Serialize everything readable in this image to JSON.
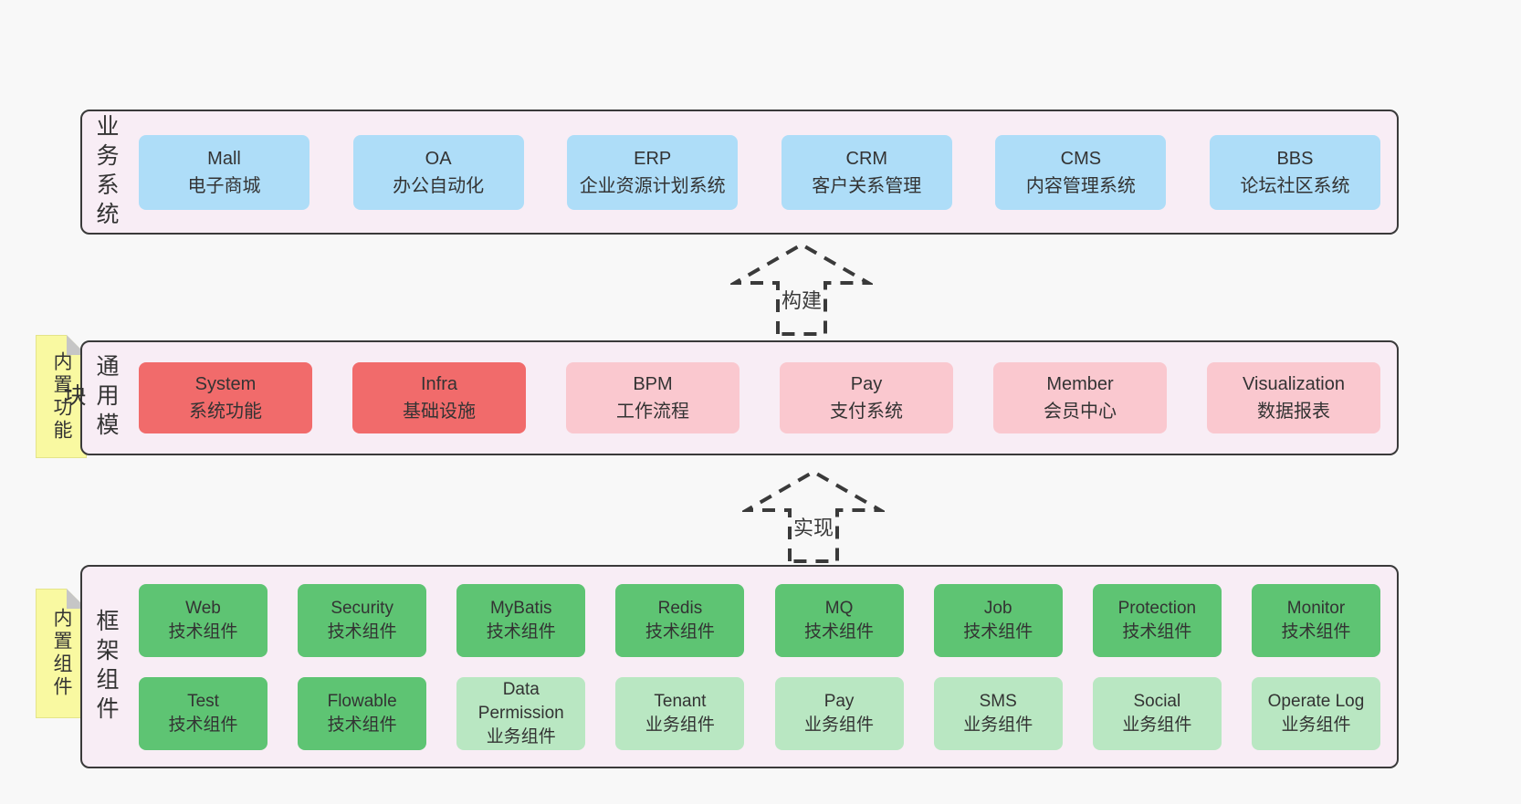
{
  "diagram": {
    "arrows": [
      {
        "label": "构建"
      },
      {
        "label": "实现"
      }
    ],
    "bands": [
      {
        "label": "业务系统",
        "boxes": [
          {
            "name": "Mall",
            "desc": "电子商城"
          },
          {
            "name": "OA",
            "desc": "办公自动化"
          },
          {
            "name": "ERP",
            "desc": "企业资源计划系统"
          },
          {
            "name": "CRM",
            "desc": "客户关系管理"
          },
          {
            "name": "CMS",
            "desc": "内容管理系统"
          },
          {
            "name": "BBS",
            "desc": "论坛社区系统"
          }
        ]
      },
      {
        "label": "通用模块",
        "sticky": "内置功能",
        "boxes": [
          {
            "name": "System",
            "desc": "系统功能"
          },
          {
            "name": "Infra",
            "desc": "基础设施"
          },
          {
            "name": "BPM",
            "desc": "工作流程"
          },
          {
            "name": "Pay",
            "desc": "支付系统"
          },
          {
            "name": "Member",
            "desc": "会员中心"
          },
          {
            "name": "Visualization",
            "desc": "数据报表"
          }
        ]
      },
      {
        "label": "框架组件",
        "sticky": "内置组件",
        "rows": [
          [
            {
              "name": "Web",
              "desc": "技术组件"
            },
            {
              "name": "Security",
              "desc": "技术组件"
            },
            {
              "name": "MyBatis",
              "desc": "技术组件"
            },
            {
              "name": "Redis",
              "desc": "技术组件"
            },
            {
              "name": "MQ",
              "desc": "技术组件"
            },
            {
              "name": "Job",
              "desc": "技术组件"
            },
            {
              "name": "Protection",
              "desc": "技术组件"
            },
            {
              "name": "Monitor",
              "desc": "技术组件"
            }
          ],
          [
            {
              "name": "Test",
              "desc": "技术组件"
            },
            {
              "name": "Flowable",
              "desc": "技术组件"
            },
            {
              "name": "Data Permission",
              "desc": "业务组件"
            },
            {
              "name": "Tenant",
              "desc": "业务组件"
            },
            {
              "name": "Pay",
              "desc": "业务组件"
            },
            {
              "name": "SMS",
              "desc": "业务组件"
            },
            {
              "name": "Social",
              "desc": "业务组件"
            },
            {
              "name": "Operate Log",
              "desc": "业务组件"
            }
          ]
        ]
      }
    ],
    "colors": {
      "page_bg": "#f8f8f8",
      "band_bg": "#f8edf5",
      "band_border": "#3a3a3a",
      "box_blue": "#aeddf8",
      "box_red": "#f16b6b",
      "box_pink": "#fac8cf",
      "box_green_dark": "#5ec473",
      "box_green_light": "#b9e7c2",
      "sticky_yellow": "#f9f9a1",
      "sticky_fold": "#c6c6c6",
      "text": "#3a3a3a"
    }
  }
}
